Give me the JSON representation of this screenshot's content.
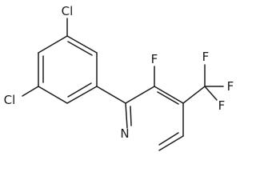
{
  "molecule": {
    "atoms": {
      "cl_top": "Cl",
      "cl_left": "Cl",
      "fluoro": "F",
      "nitrogen": "N",
      "cf3_f_top": "F",
      "cf3_f_right": "F",
      "cf3_f_bottom": "F"
    }
  }
}
